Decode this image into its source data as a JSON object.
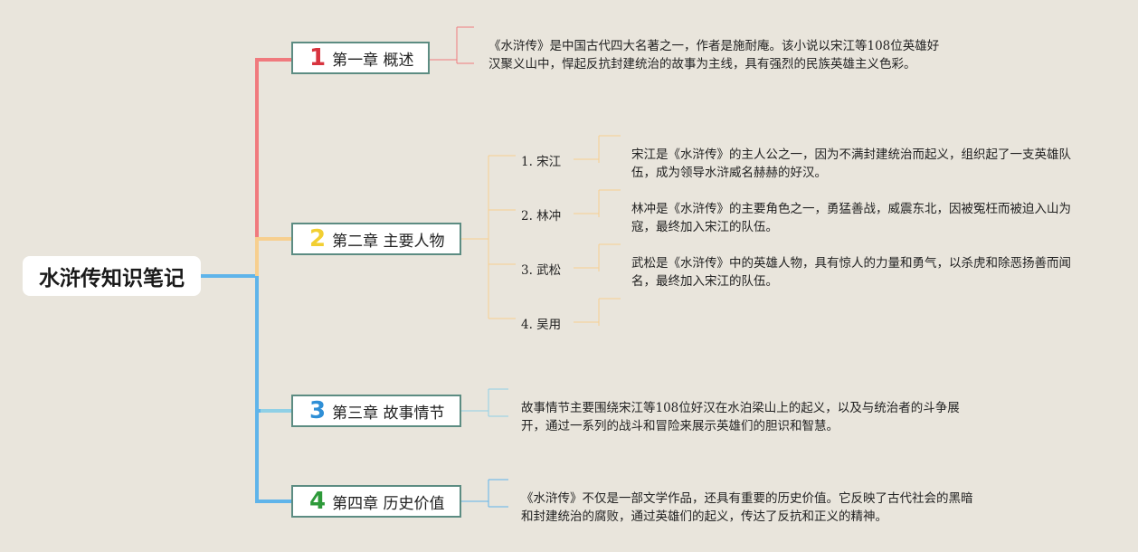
{
  "root": {
    "title": "水浒传知识笔记"
  },
  "chapters": [
    {
      "num": "1",
      "label": "第一章 概述",
      "note": "《水浒传》是中国古代四大名著之一，作者是施耐庵。该小说以宋江等108位英雄好汉聚义山中，悍起反抗封建统治的故事为主线，具有强烈的民族英雄主义色彩。"
    },
    {
      "num": "2",
      "label": "第二章 主要人物",
      "people": [
        {
          "name": "1. 宋江",
          "desc": "宋江是《水浒传》的主人公之一，因为不满封建统治而起义，组织起了一支英雄队伍，成为领导水浒威名赫赫的好汉。"
        },
        {
          "name": "2. 林冲",
          "desc": "林冲是《水浒传》的主要角色之一，勇猛善战，威震东北，因被冤枉而被迫入山为寇，最终加入宋江的队伍。"
        },
        {
          "name": "3. 武松",
          "desc": "武松是《水浒传》中的英雄人物，具有惊人的力量和勇气，以杀虎和除恶扬善而闻名，最终加入宋江的队伍。"
        },
        {
          "name": "4. 吴用",
          "desc": ""
        }
      ]
    },
    {
      "num": "3",
      "label": "第三章 故事情节",
      "note": "故事情节主要围绕宋江等108位好汉在水泊梁山上的起义，以及与统治者的斗争展开，通过一系列的战斗和冒险来展示英雄们的胆识和智慧。"
    },
    {
      "num": "4",
      "label": "第四章 历史价值",
      "note": "《水浒传》不仅是一部文学作品，还具有重要的历史价值。它反映了古代社会的黑暗和封建统治的腐败，通过英雄们的起义，传达了反抗和正义的精神。"
    }
  ],
  "colors": {
    "branch1": "#f07a7e",
    "branch2": "#f7cf8f",
    "branch3": "#8fd0e6",
    "branch4": "#5fb4ea",
    "trunk_blue": "#5fb4ea",
    "node_border": "#5c8c82"
  }
}
